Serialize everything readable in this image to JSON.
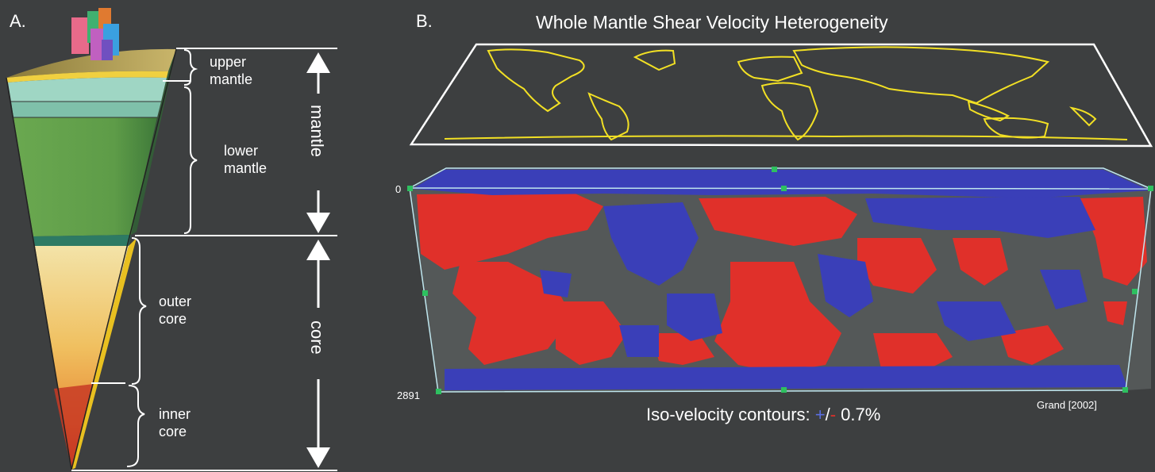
{
  "panel_a": {
    "label": "A.",
    "layers": {
      "upper_mantle": [
        "upper",
        "mantle"
      ],
      "lower_mantle": [
        "lower",
        "mantle"
      ],
      "outer_core": [
        "outer",
        "core"
      ],
      "inner_core": [
        "inner",
        "core"
      ]
    },
    "mantle_label": "mantle",
    "core_label": "core"
  },
  "panel_b": {
    "label": "B.",
    "title": "Whole Mantle Shear Velocity Heterogeneity",
    "depth_top": "0",
    "depth_bottom": "2891",
    "credit": "Grand [2002]",
    "contour_prefix": "Iso-velocity contours: ",
    "contour_plus": "+",
    "contour_slash": "/",
    "contour_minus": "-",
    "contour_value": " 0.7%",
    "colors": {
      "fast": "#3a3fb8",
      "slow": "#e0302a",
      "coastline": "#f2e024",
      "box_edge": "#bfe6ee"
    }
  }
}
